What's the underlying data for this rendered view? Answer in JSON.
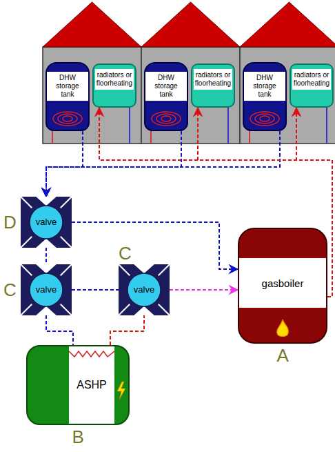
{
  "diagram": {
    "nodes": [
      {
        "text": [
          "DHW storage tank"
        ]
      },
      {
        "text": [
          "radiators or floorheating"
        ]
      },
      {
        "text": [
          "DHW storage tank"
        ]
      },
      {
        "text": [
          "radiators or floorheating"
        ]
      },
      {
        "text": [
          "DHW storage tank"
        ]
      },
      {
        "text": [
          "radiators or floorheating"
        ]
      },
      {
        "text": [
          "valve",
          "D"
        ]
      },
      {
        "text": [
          "valve",
          "C"
        ]
      },
      {
        "text": [
          "valve",
          "C"
        ]
      },
      {
        "text": [
          "gasboiler",
          "A"
        ]
      },
      {
        "text": [
          "ASHP",
          "B"
        ]
      }
    ],
    "edges": [
      {
        "from": 0,
        "to": 6,
        "arrow": "to"
      },
      {
        "from": 2,
        "to": 6,
        "arrow": "to"
      },
      {
        "from": 4,
        "to": 6,
        "arrow": "to"
      },
      {
        "from": 9,
        "to": 1,
        "arrow": "to"
      },
      {
        "from": 9,
        "to": 3,
        "arrow": "to"
      },
      {
        "from": 9,
        "to": 5,
        "arrow": "to"
      },
      {
        "from": 6,
        "to": 7,
        "arrow": "none"
      },
      {
        "from": 6,
        "to": 9,
        "arrow": "to"
      },
      {
        "from": 7,
        "to": 8,
        "arrow": "none"
      },
      {
        "from": 7,
        "to": 10,
        "arrow": "none"
      },
      {
        "from": 10,
        "to": 8,
        "arrow": "none"
      },
      {
        "from": 8,
        "to": 9,
        "arrow": "to"
      }
    ]
  }
}
